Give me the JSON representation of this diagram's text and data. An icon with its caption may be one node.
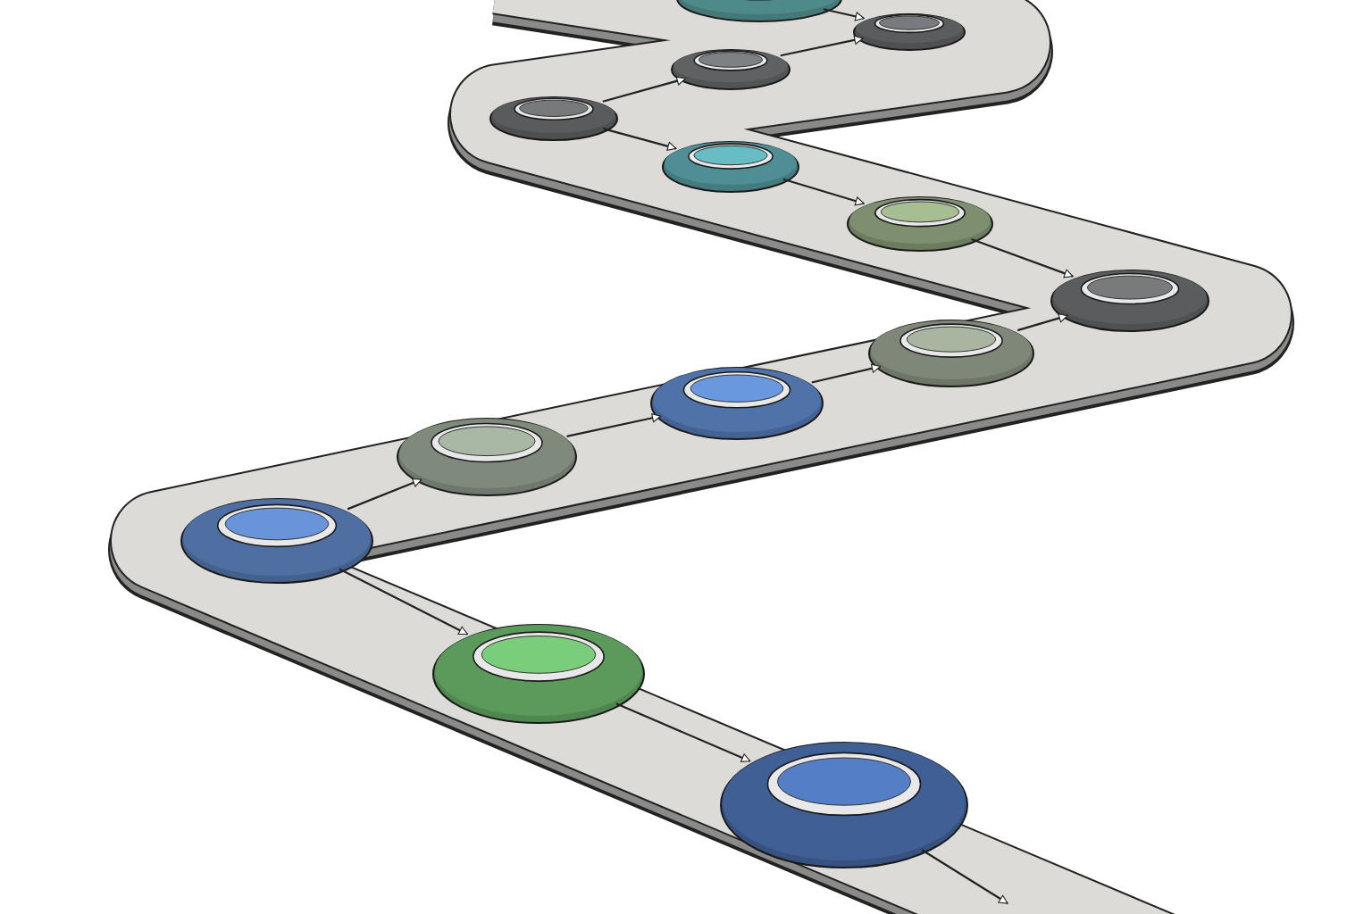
{
  "diagram": {
    "nodes": [
      {
        "text": [],
        "shape": "circle"
      },
      {
        "text": [],
        "shape": "circle"
      },
      {
        "text": [],
        "shape": "circle"
      },
      {
        "text": [],
        "shape": "circle"
      },
      {
        "text": [],
        "shape": "circle"
      },
      {
        "text": [],
        "shape": "circle"
      },
      {
        "text": [],
        "shape": "circle"
      },
      {
        "text": [],
        "shape": "circle"
      },
      {
        "text": [],
        "shape": "circle"
      },
      {
        "text": [],
        "shape": "circle"
      },
      {
        "text": [],
        "shape": "circle"
      },
      {
        "text": [],
        "shape": "circle"
      },
      {
        "text": [],
        "shape": "circle"
      }
    ],
    "edges": [
      {
        "from": 10,
        "to": 11,
        "arrow": "to"
      },
      {
        "from": 11,
        "to": 12,
        "arrow": "to"
      },
      {
        "from": 12,
        "to": null,
        "arrow": "to"
      },
      {
        "from": 10,
        "to": 9,
        "arrow": "to"
      },
      {
        "from": 9,
        "to": 8,
        "arrow": "to"
      },
      {
        "from": 8,
        "to": 7,
        "arrow": "to"
      },
      {
        "from": 7,
        "to": 6,
        "arrow": "to"
      },
      {
        "from": 5,
        "to": 6,
        "arrow": "to"
      },
      {
        "from": 4,
        "to": 5,
        "arrow": "to"
      },
      {
        "from": 3,
        "to": 4,
        "arrow": "to"
      },
      {
        "from": 3,
        "to": 2,
        "arrow": "to"
      },
      {
        "from": 2,
        "to": 1,
        "arrow": "to"
      },
      {
        "from": 0,
        "to": 1,
        "arrow": "to"
      }
    ]
  }
}
